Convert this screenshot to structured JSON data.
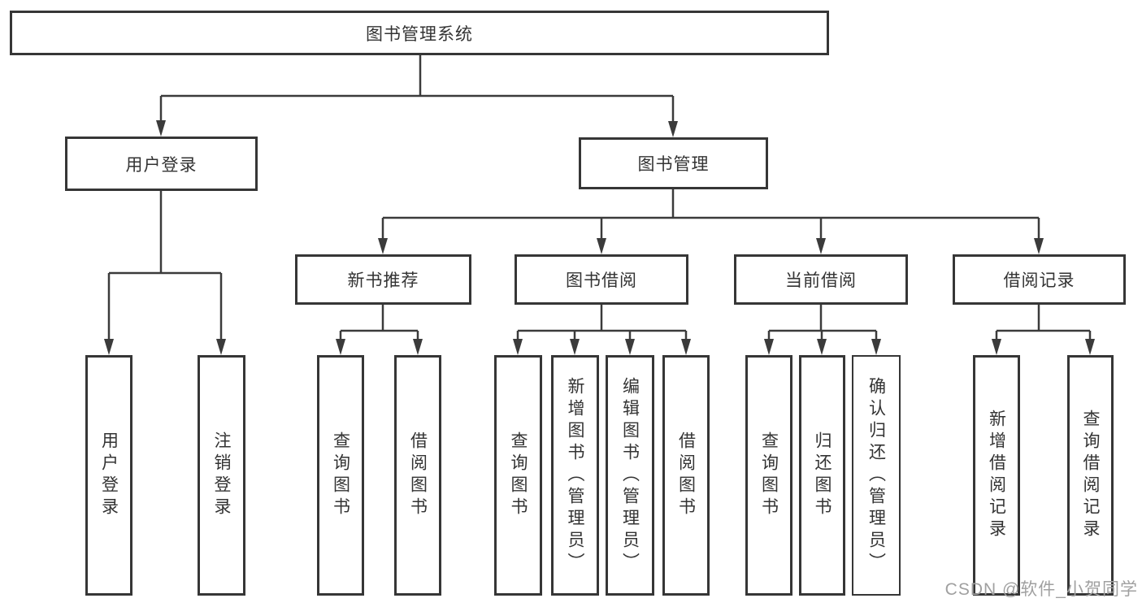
{
  "tree": {
    "root": "图书管理系统",
    "branches": [
      {
        "label": "用户登录",
        "children": [
          "用户登录",
          "注销登录"
        ]
      },
      {
        "label": "图书管理",
        "groups": [
          {
            "label": "新书推荐",
            "children": [
              "查询图书",
              "借阅图书"
            ]
          },
          {
            "label": "图书借阅",
            "children": [
              "查询图书",
              "新增图书（管理员）",
              "编辑图书（管理员）",
              "借阅图书"
            ]
          },
          {
            "label": "当前借阅",
            "children": [
              "查询图书",
              "归还图书",
              "确认归还（管理员）"
            ]
          },
          {
            "label": "借阅记录",
            "children": [
              "新增借阅记录",
              "查询借阅记录"
            ]
          }
        ]
      }
    ]
  },
  "watermark": {
    "text": "CSDN @软件_小贺同学"
  },
  "colors": {
    "line": "#3b3b3b",
    "box_border": "#363636",
    "text": "#333333",
    "background": "#ffffff",
    "watermark": "#a0a0a0"
  }
}
